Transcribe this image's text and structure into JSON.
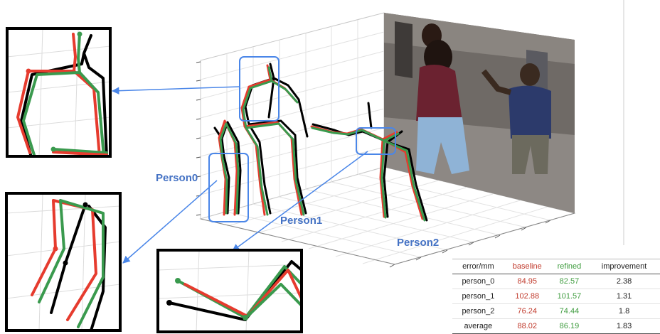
{
  "labels": {
    "person0": "Person0",
    "person1": "Person1",
    "person2": "Person2"
  },
  "colors": {
    "baseline": "#E63B2E",
    "refined": "#3A9A4E",
    "ground_truth": "#000000",
    "callout": "#4A86E8",
    "baseline_text": "#C0392B",
    "refined_text": "#3F9C3F"
  },
  "table": {
    "headers": [
      "error/mm",
      "baseline",
      "refined",
      "improvement"
    ],
    "rows": [
      {
        "name": "person_0",
        "baseline": "84.95",
        "refined": "82.57",
        "improvement": "2.38"
      },
      {
        "name": "person_1",
        "baseline": "102.88",
        "refined": "101.57",
        "improvement": "1.31"
      },
      {
        "name": "person_2",
        "baseline": "76.24",
        "refined": "74.44",
        "improvement": "1.8"
      },
      {
        "name": "average",
        "baseline": "88.02",
        "refined": "86.19",
        "improvement": "1.83"
      }
    ]
  }
}
